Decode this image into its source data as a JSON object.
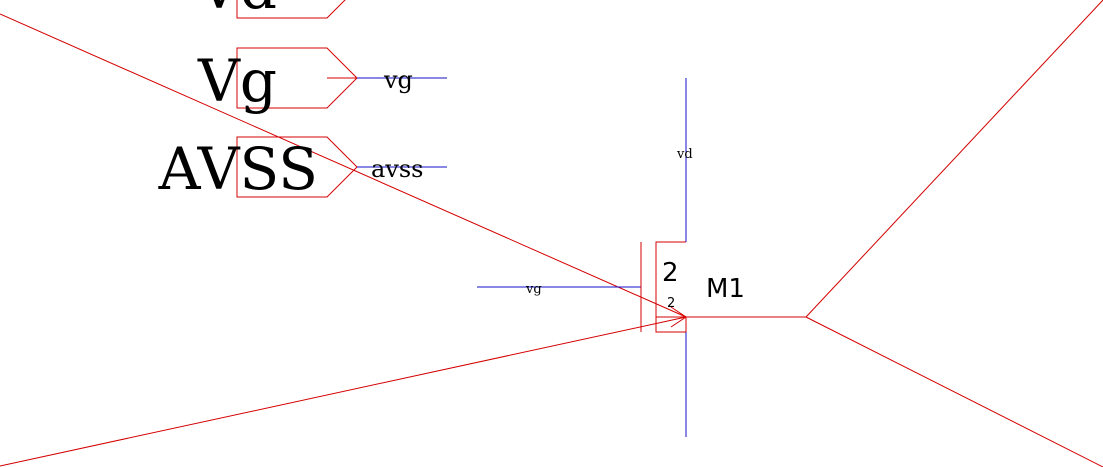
{
  "pins": [
    {
      "label": "Vd",
      "net": ""
    },
    {
      "label": "Vg",
      "net": "vg"
    },
    {
      "label": "AVSS",
      "net": "avss"
    }
  ],
  "transistor": {
    "name": "M1",
    "param_top": "2",
    "param_bottom": "2",
    "drain_net": "vd",
    "gate_net": "vg"
  },
  "colors": {
    "wire": "#1010c8",
    "symbol": "#d40000",
    "text": "#000000"
  }
}
